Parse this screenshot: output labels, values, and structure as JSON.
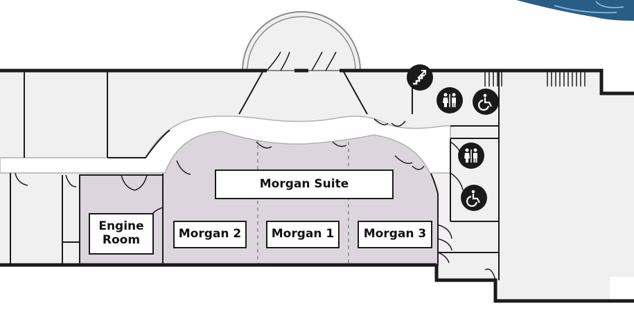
{
  "map": {
    "rooms": {
      "morgan_suite": "Morgan Suite",
      "engine_room": "Engine\nRoom",
      "morgan_2": "Morgan 2",
      "morgan_1": "Morgan 1",
      "morgan_3": "Morgan 3"
    },
    "icons": [
      "stairs-up-icon",
      "restroom-icon",
      "accessible-icon",
      "restroom-icon",
      "accessible-icon"
    ],
    "colors": {
      "suite_fill": "#ddd5dd",
      "floor_fill": "#f0f0f0",
      "wall": "#1a1a1a",
      "corridor": "#ffffff",
      "icon_bg": "#1a1a1a",
      "corner_graphic": "#2a5d86"
    }
  }
}
